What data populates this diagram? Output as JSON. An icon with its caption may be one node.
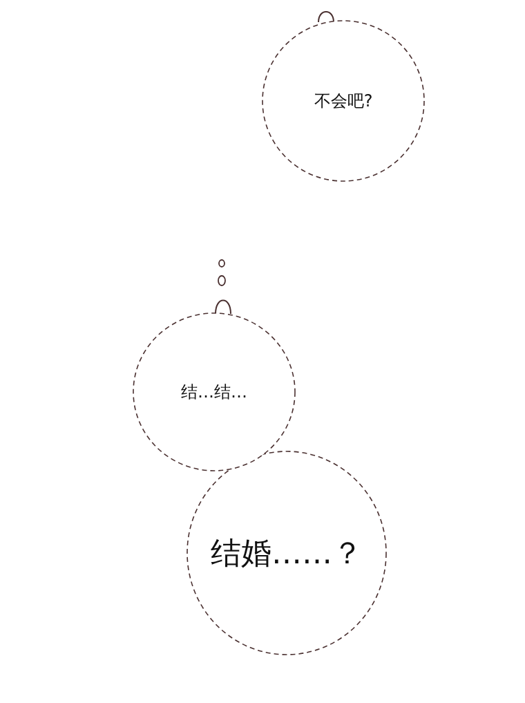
{
  "diagram": {
    "nodes": [
      {
        "text": [
          "不会吧?"
        ]
      },
      {
        "text": [
          "结…结…"
        ]
      },
      {
        "text": [
          "结婚……？"
        ]
      }
    ]
  }
}
